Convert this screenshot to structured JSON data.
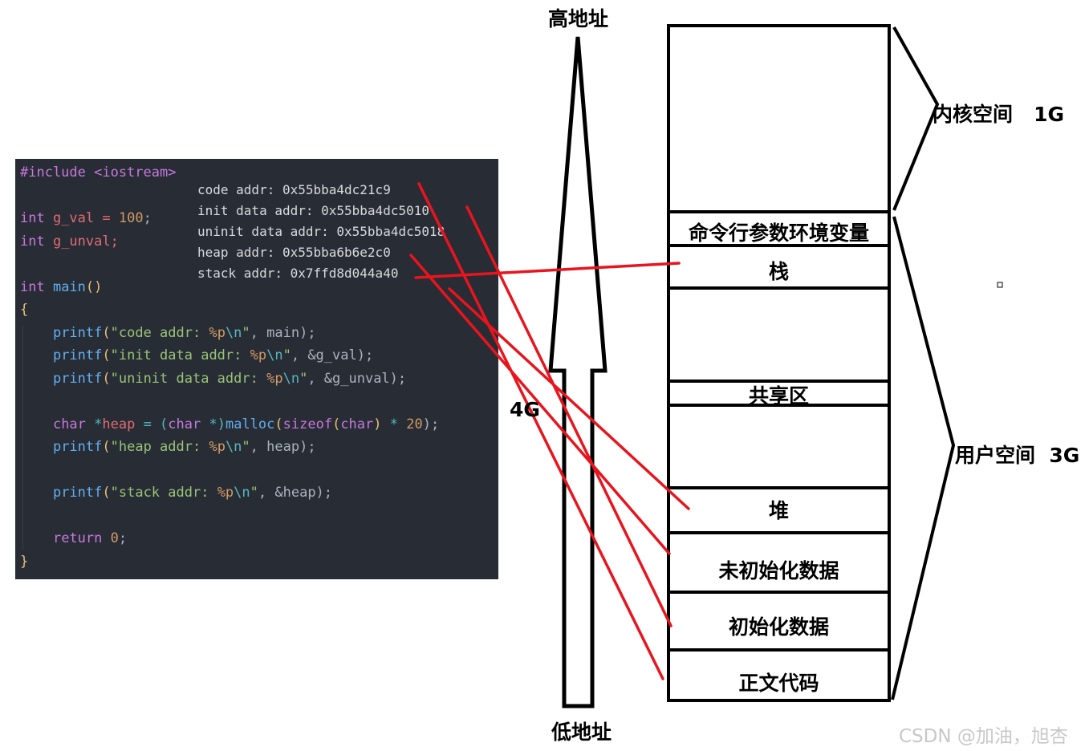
{
  "code": {
    "include": "#include <iostream>",
    "g_val_line": {
      "type": "int",
      "rest": " g_val = ",
      "value": "100",
      "end": ";"
    },
    "g_unval_line": {
      "type": "int",
      "rest": " g_unval;"
    },
    "main_line": {
      "type": "int",
      "name": " main",
      "parens": "()"
    },
    "open_brace": "{",
    "close_brace": "}",
    "printf1": {
      "fn": "printf",
      "open": "(",
      "str1": "\"code addr: ",
      "fmt": "%p",
      "esc": "\\n",
      "str2": "\"",
      "args": ", main);"
    },
    "printf2": {
      "fn": "printf",
      "open": "(",
      "str1": "\"init data addr: ",
      "fmt": "%p",
      "esc": "\\n",
      "str2": "\"",
      "args": ", &g_val);"
    },
    "printf3": {
      "fn": "printf",
      "open": "(",
      "str1": "\"uninit data addr: ",
      "fmt": "%p",
      "esc": "\\n",
      "str2": "\"",
      "args": ", &g_unval);"
    },
    "heap_decl": {
      "t1": "char",
      "op1": " *",
      "var": "heap",
      "eq": " = (",
      "t2": "char",
      "op2": " *)",
      "fn": "malloc",
      "open": "(",
      "kw": "sizeof",
      "open2": "(",
      "t3": "char",
      "close": ")",
      "mul": " * ",
      "num": "20",
      "end": ");"
    },
    "printf4": {
      "fn": "printf",
      "open": "(",
      "str1": "\"heap addr: ",
      "fmt": "%p",
      "esc": "\\n",
      "str2": "\"",
      "args": ", heap);"
    },
    "printf5": {
      "fn": "printf",
      "open": "(",
      "str1": "\"stack addr: ",
      "fmt": "%p",
      "esc": "\\n",
      "str2": "\"",
      "args": ", &heap);"
    },
    "return_line": {
      "kw": "return",
      "num": "0",
      "end": ";"
    }
  },
  "output": [
    "code addr: 0x55bba4dc21c9",
    "init data addr: 0x55bba4dc5010",
    "uninit data addr: 0x55bba4dc5018",
    "heap addr: 0x55bba6b6e2c0",
    "stack addr: 0x7ffd8d044a40"
  ],
  "arrow": {
    "top_label": "高地址",
    "bottom_label": "低地址",
    "size_label": "4G"
  },
  "memory_segments": [
    {
      "label": ""
    },
    {
      "label": "命令行参数环境变量"
    },
    {
      "label": "栈"
    },
    {
      "label": ""
    },
    {
      "label": "共享区"
    },
    {
      "label": ""
    },
    {
      "label": "堆"
    },
    {
      "label": "未初始化数据"
    },
    {
      "label": "初始化数据"
    },
    {
      "label": "正文代码"
    }
  ],
  "braces": {
    "kernel": "内核空间   1G",
    "user": "用户空间  3G"
  },
  "watermark": "CSDN @加油，旭杏",
  "colors": {
    "code_background": "#282c34",
    "connector_lines": "#e8141e",
    "outline": "#000000"
  }
}
